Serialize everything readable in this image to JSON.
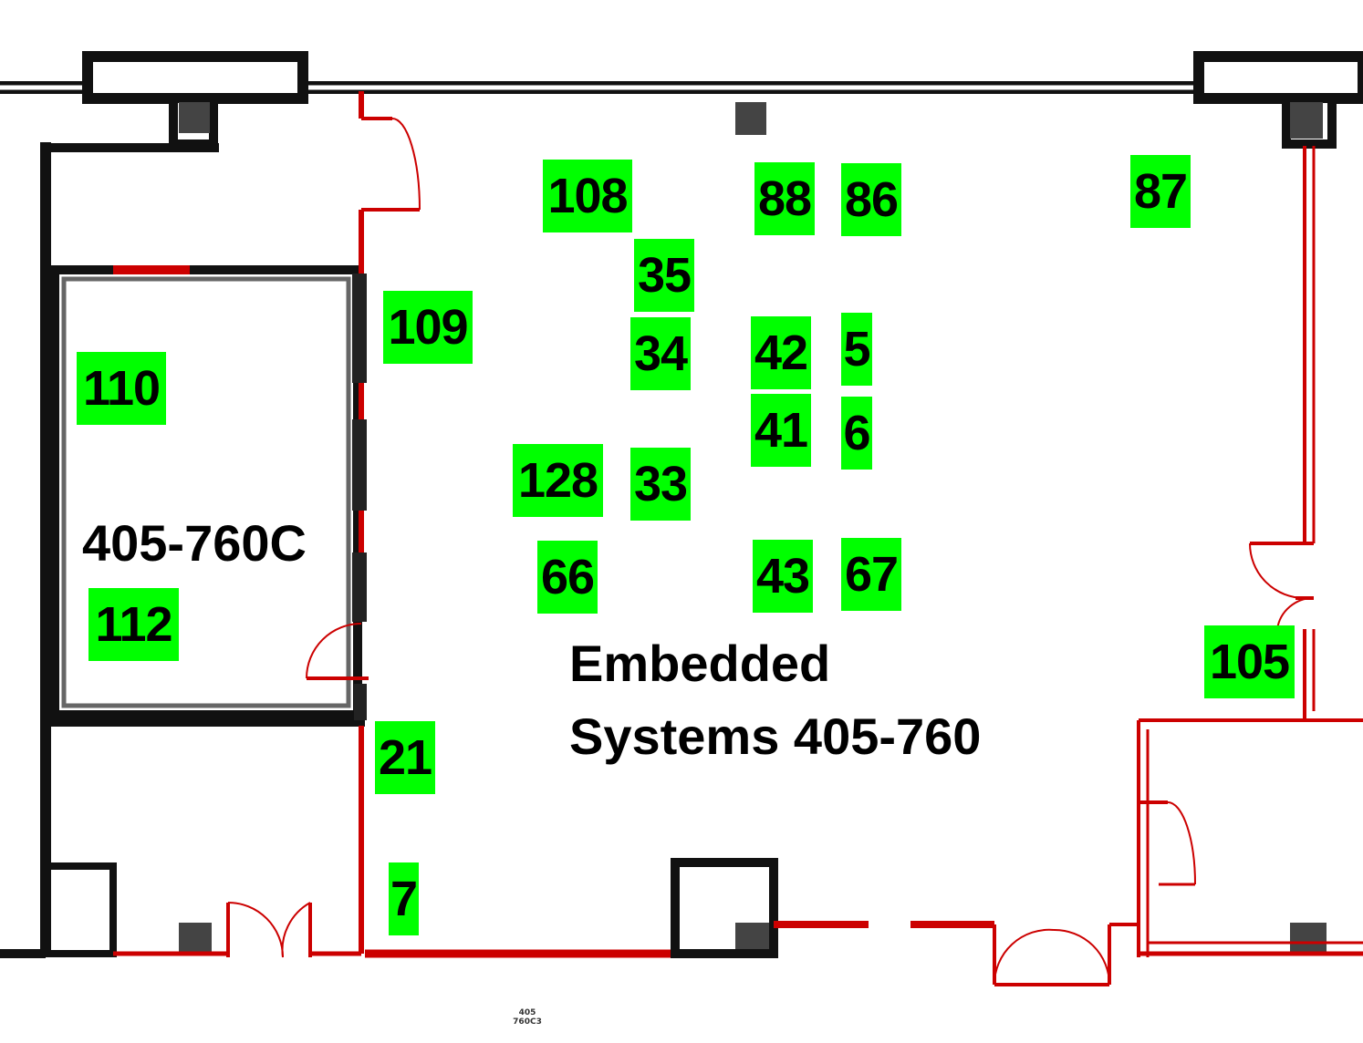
{
  "rooms": {
    "main": {
      "line1": "Embedded",
      "line2": "Systems 405-760"
    },
    "side": {
      "name": "405-760C"
    }
  },
  "stations": [
    {
      "id": "108"
    },
    {
      "id": "88"
    },
    {
      "id": "86"
    },
    {
      "id": "87"
    },
    {
      "id": "35"
    },
    {
      "id": "109"
    },
    {
      "id": "34"
    },
    {
      "id": "42"
    },
    {
      "id": "5"
    },
    {
      "id": "110"
    },
    {
      "id": "41"
    },
    {
      "id": "6"
    },
    {
      "id": "128"
    },
    {
      "id": "33"
    },
    {
      "id": "66"
    },
    {
      "id": "43"
    },
    {
      "id": "67"
    },
    {
      "id": "112"
    },
    {
      "id": "105"
    },
    {
      "id": "21"
    },
    {
      "id": "7"
    }
  ],
  "tiny_label": {
    "line1": "405",
    "line2": "760C3"
  },
  "colors": {
    "wall": "#111111",
    "wall_gray": "#555555",
    "partition": "#cc0000",
    "label_bg": "#00ff00",
    "column": "#444444"
  }
}
